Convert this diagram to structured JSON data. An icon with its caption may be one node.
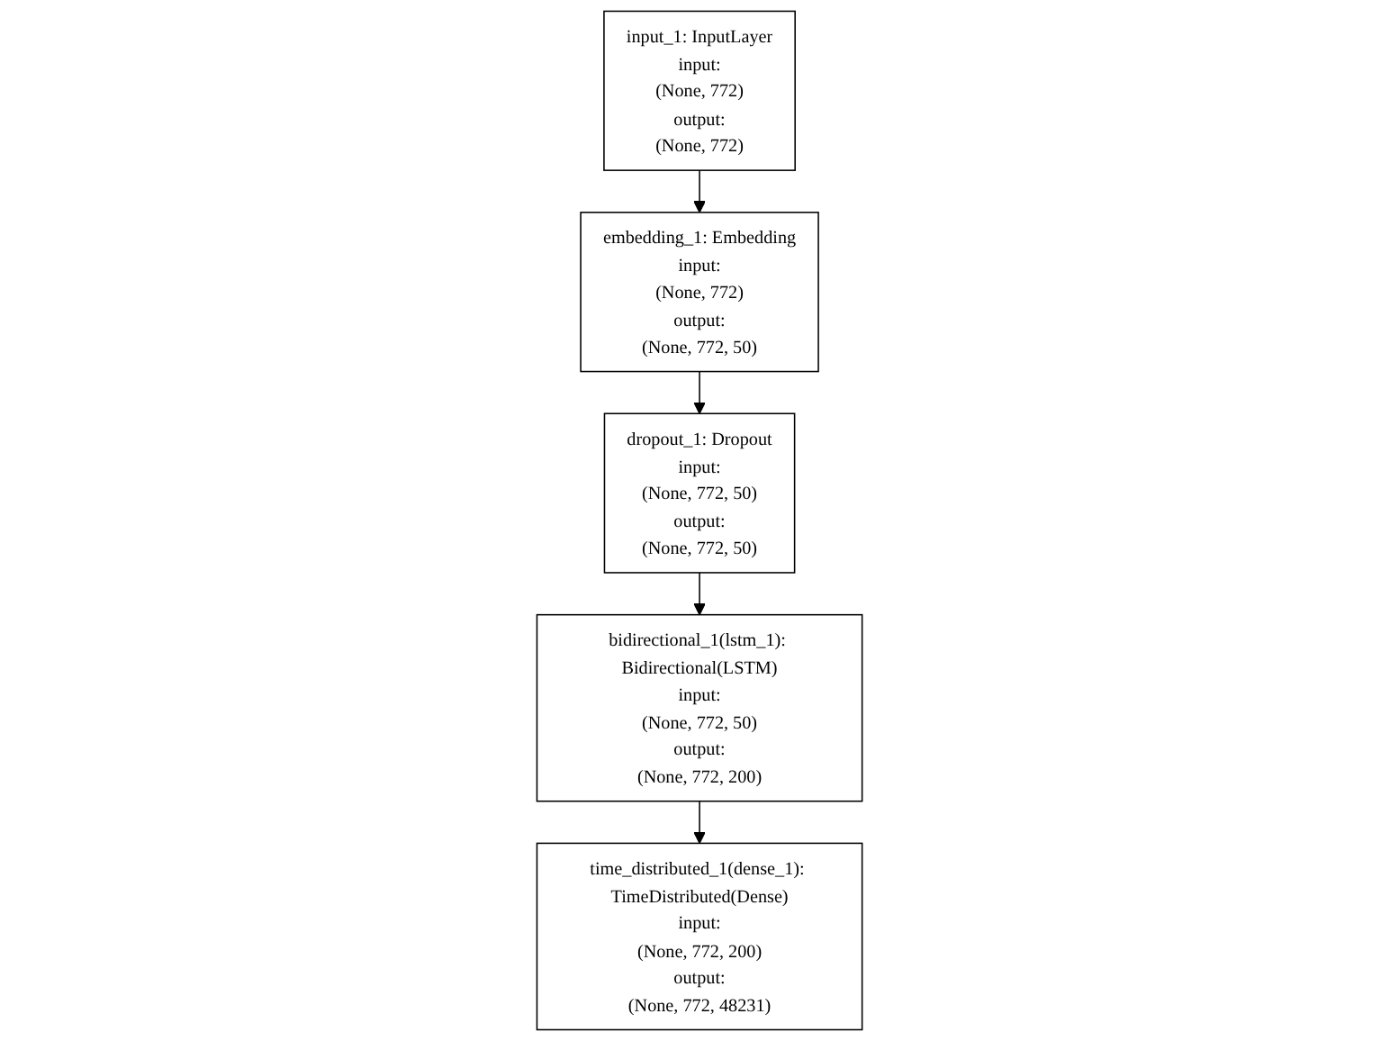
{
  "diagram": {
    "nodes": [
      {
        "text": [
          "input_1: InputLayer",
          "input:",
          "(None, 772)",
          "output:",
          "(None, 772)"
        ]
      },
      {
        "text": [
          "embedding_1: Embedding",
          "input:",
          "(None, 772)",
          "output:",
          "(None, 772, 50)"
        ]
      },
      {
        "text": [
          "dropout_1: Dropout",
          "input:",
          "(None, 772, 50)",
          "output:",
          "(None, 772, 50)"
        ]
      },
      {
        "text": [
          "bidirectional_1(lstm_1): Bidirectional(LSTM)",
          "input:",
          "(None, 772, 50)",
          "output:",
          "(None, 772, 200)"
        ]
      },
      {
        "text": [
          "time_distributed_1(dense_1): TimeDistributed(Dense)",
          "input:",
          "(None, 772, 200)",
          "output:",
          "(None, 772, 48231)"
        ]
      }
    ],
    "edges": [
      {
        "from": 0,
        "to": 1,
        "arrow": "to"
      },
      {
        "from": 1,
        "to": 2,
        "arrow": "to"
      },
      {
        "from": 2,
        "to": 3,
        "arrow": "to"
      },
      {
        "from": 3,
        "to": 4,
        "arrow": "to"
      }
    ]
  }
}
